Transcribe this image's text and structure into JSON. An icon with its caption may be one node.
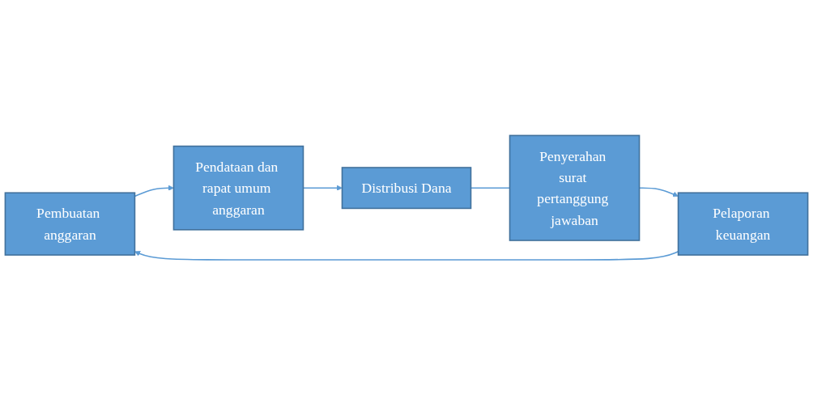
{
  "diagram": {
    "nodes": [
      {
        "text": [
          "Pembuatan anggaran"
        ]
      },
      {
        "text": [
          "Pendataan dan rapat umum anggaran"
        ]
      },
      {
        "text": [
          "Distribusi Dana"
        ]
      },
      {
        "text": [
          "Pelaporan keuangan"
        ]
      },
      {
        "text": [
          "Penyerahan surat pertanggung jawaban"
        ]
      }
    ],
    "edges": [
      {
        "from": 0,
        "to": 1,
        "arrow": "to"
      },
      {
        "from": 1,
        "to": 2,
        "arrow": "to"
      },
      {
        "from": 2,
        "to": 4,
        "arrow": "none"
      },
      {
        "from": 4,
        "to": 3,
        "arrow": "to"
      },
      {
        "from": 3,
        "to": 0,
        "arrow": "to"
      }
    ]
  }
}
